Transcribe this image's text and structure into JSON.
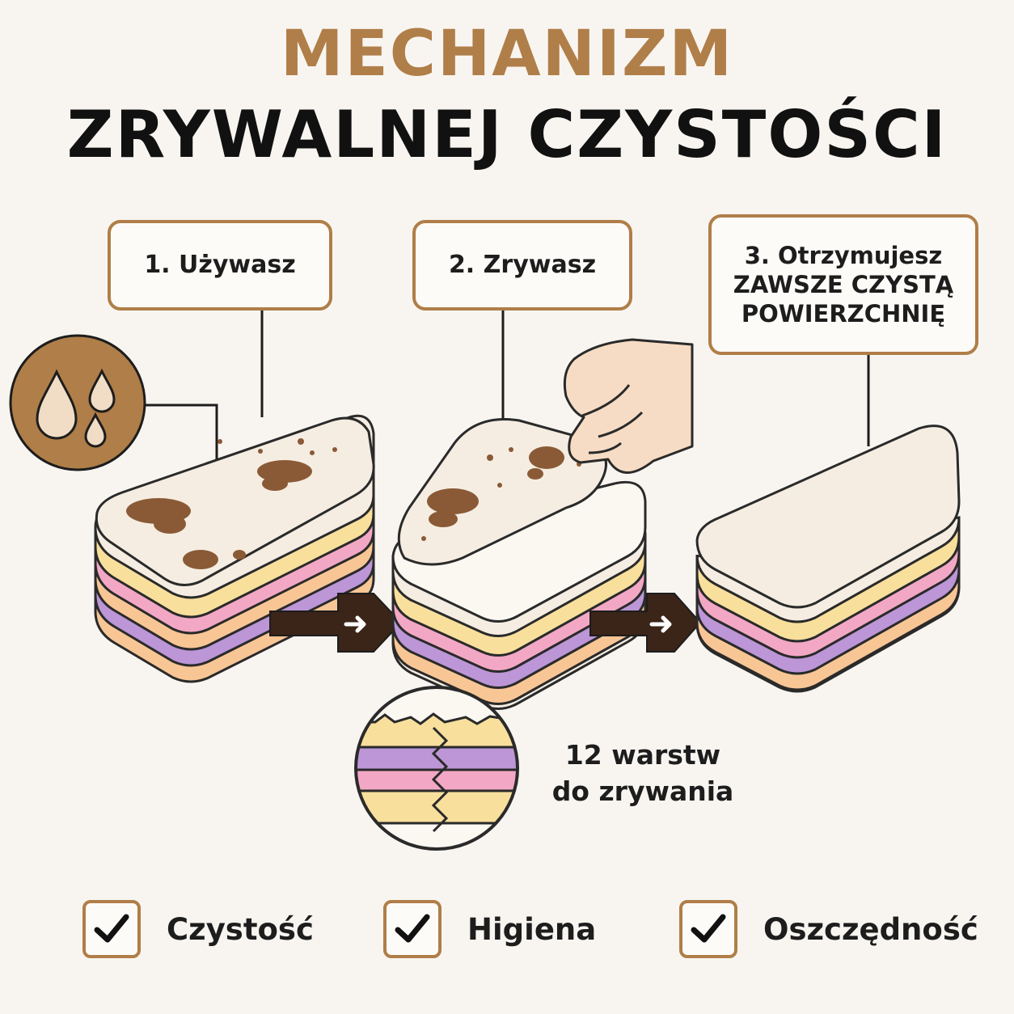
{
  "title": {
    "line1": "MECHANIZM",
    "line2": "ZRYWALNEJ CZYSTOŚCI"
  },
  "steps": [
    {
      "lines": [
        "1. Używasz"
      ]
    },
    {
      "lines": [
        "2. Zrywasz"
      ]
    },
    {
      "lines": [
        "3. Otrzymujesz",
        "ZAWSZE CZYSTĄ",
        "POWIERZCHNIĘ"
      ]
    }
  ],
  "layers_note": {
    "line1": "12 warstw",
    "line2": "do zrywania"
  },
  "benefits": [
    {
      "label": "Czystość"
    },
    {
      "label": "Higiena"
    },
    {
      "label": "Oszczędność"
    }
  ],
  "icons": {
    "water": "water-drops-icon",
    "arrow": "right-arrow-icon",
    "hand": "hand-icon",
    "check": "checkmark-icon"
  },
  "colors": {
    "accent": "#b07e48",
    "background": "#f8f5f1",
    "text": "#111111",
    "layer_cream": "#f5ede2",
    "layer_yellow": "#f8df9c",
    "layer_pink": "#f2a8c4",
    "layer_purple": "#bc96d6",
    "layer_orange": "#f8c695",
    "dirt": "#8a5a36",
    "arrow": "#3b2418"
  }
}
